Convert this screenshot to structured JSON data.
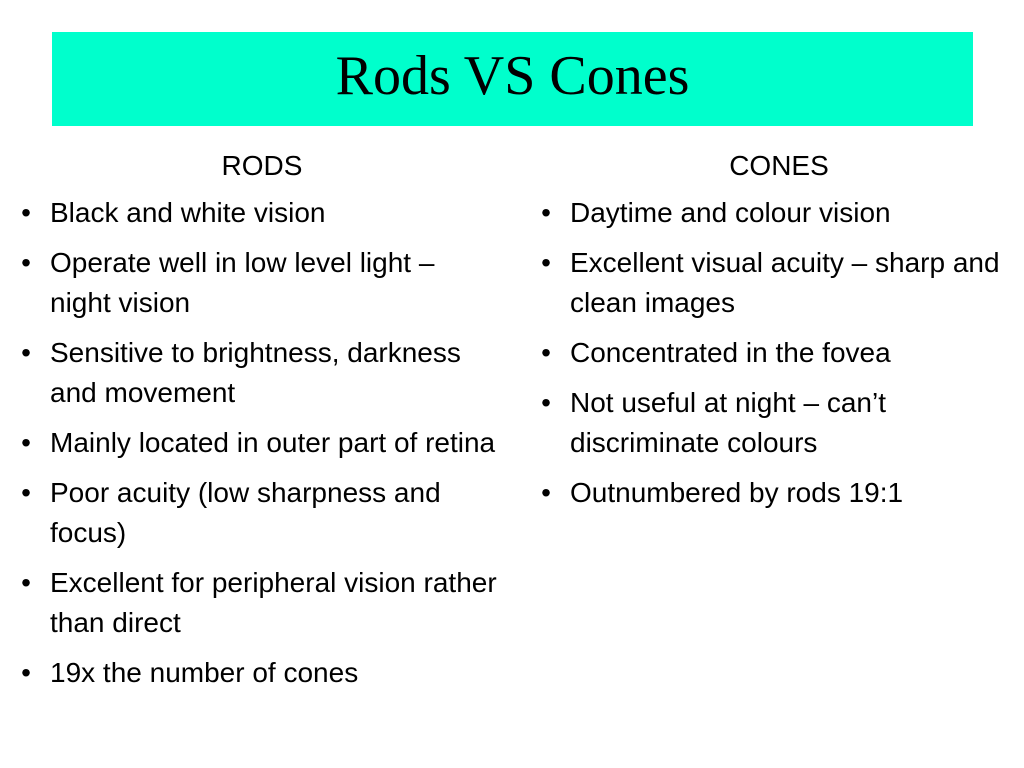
{
  "title": "Rods VS Cones",
  "rods": {
    "heading": "RODS",
    "items": [
      "Black and white vision",
      "Operate well in low level light – night vision",
      "Sensitive to brightness, darkness and movement",
      "Mainly located in outer part of retina",
      "Poor acuity (low sharpness and focus)",
      "Excellent for peripheral vision rather than direct",
      "19x the number of cones"
    ]
  },
  "cones": {
    "heading": "CONES",
    "items": [
      "Daytime and colour vision",
      "Excellent visual acuity – sharp and clean images",
      "Concentrated in the fovea",
      "Not useful at night – can’t discriminate colours",
      "Outnumbered by rods 19:1"
    ]
  },
  "colors": {
    "title_bg": "#00ffcc",
    "text": "#000000",
    "background": "#ffffff"
  }
}
